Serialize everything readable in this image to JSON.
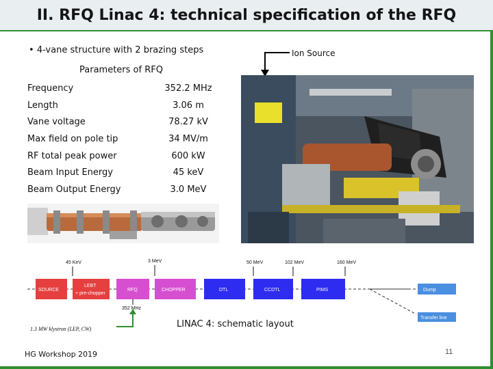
{
  "title": "II. RFQ Linac 4: technical specification of the RFQ",
  "bullet": "4-vane structure with 2 brazing steps",
  "ion_source_label": "Ion Source",
  "params_heading": "Parameters of RFQ",
  "params": [
    {
      "name": "Frequency",
      "value": "352.2 MHz"
    },
    {
      "name": "Length",
      "value": "3.06 m"
    },
    {
      "name": "Vane voltage",
      "value": "78.27 kV"
    },
    {
      "name": "Max field on pole tip",
      "value": "34 MV/m"
    },
    {
      "name": "RF total peak power",
      "value": "600 kW"
    },
    {
      "name": "Beam Input Energy",
      "value": "45 keV"
    },
    {
      "name": "Beam Output Energy",
      "value": "3.0 MeV"
    }
  ],
  "schematic": {
    "energies": [
      "45 KeV",
      "3 MeV",
      "50 MeV",
      "102 MeV",
      "160 MeV"
    ],
    "blocks": [
      "SOURCE",
      "LEBT",
      "+ pre-chopper",
      "RFQ",
      "CHOPPER",
      "DTL",
      "CCDTL",
      "PIMS"
    ],
    "dump": "Dump",
    "transfer": "Transfer line",
    "freq": "352 MHz",
    "klystron": "1.3 MW klystron (LEP, CW)",
    "caption": "LINAC 4: schematic layout"
  },
  "footer": "HG Workshop 2019",
  "page_number": "11",
  "colors": {
    "accent": "#2d8f2f",
    "block_red": "#e53f3f",
    "block_pink": "#d64fd0",
    "block_blue": "#2e2cf0"
  }
}
